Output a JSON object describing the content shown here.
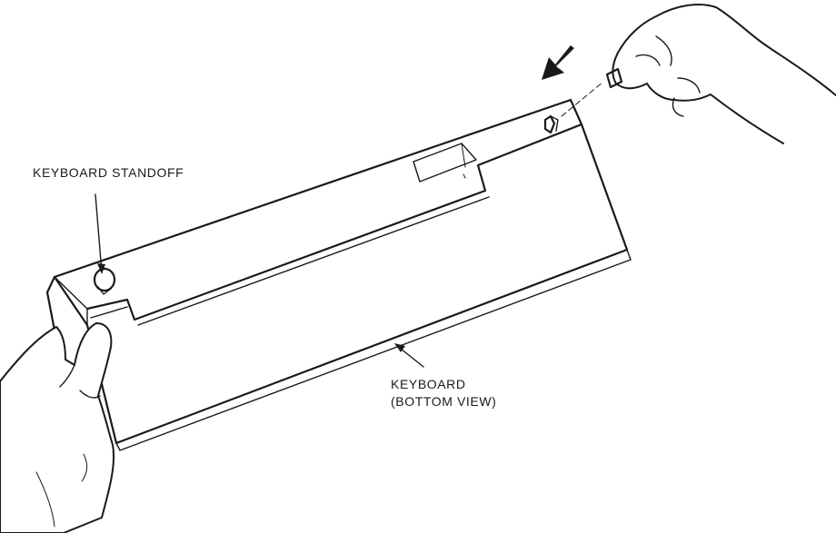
{
  "labels": {
    "standoff": "KEYBOARD STANDOFF",
    "keyboard_line1": "KEYBOARD",
    "keyboard_line2": "(BOTTOM VIEW)"
  }
}
